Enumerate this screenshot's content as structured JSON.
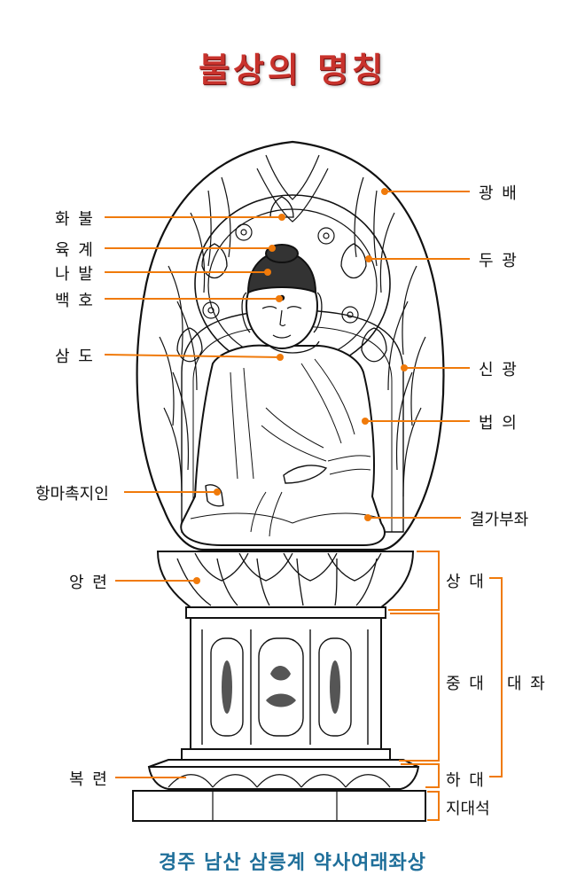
{
  "title": "불상의 명칭",
  "caption": "경주 남산 삼릉계 약사여래좌상",
  "accent_color": "#f07a0a",
  "labels_left": {
    "hwabul": "화 불",
    "yukgye": "육 계",
    "nabal": "나 발",
    "baekho": "백 호",
    "samdo": "삼 도",
    "hangma": "항마촉지인",
    "angryeon": "앙 련",
    "bokryeon": "복 련"
  },
  "labels_right": {
    "gwangbae": "광 배",
    "dugwang": "두 광",
    "singwang": "신 광",
    "beobui": "법 의",
    "gyeolga": "결가부좌",
    "sangdae": "상 대",
    "jungdae": "중 대",
    "daejwa": "대 좌",
    "hadae": "하 대",
    "jidaeseok": "지대석"
  }
}
